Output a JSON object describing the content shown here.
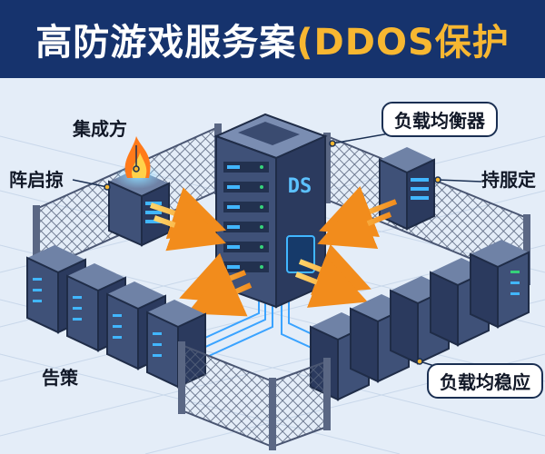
{
  "title": {
    "main": "高防游戏服务案",
    "accent": "(DDOS保护"
  },
  "server_badge": "DS",
  "labels": {
    "attack_source": "集成方",
    "left_node": "阵启掠",
    "load_balancer": "负载均衡器",
    "right_node": "持服定",
    "bottom_left": "告策",
    "bottom_right": "负载均稳应"
  },
  "colors": {
    "title_bg": "#16336d",
    "title_text": "#ffffff",
    "title_accent": "#f7b731",
    "server_body": "#3f5178",
    "server_dark": "#2b3a5e",
    "led_blue": "#41b6ff",
    "led_green": "#36d17a",
    "attack_arrow": "#f6a531",
    "data_line": "#3aa3ff",
    "fence": "#6b7a96",
    "floor": "#dfe9f5"
  },
  "icons": [
    "fire-icon",
    "server-rack-icon",
    "fence-icon",
    "arrow-icon"
  ]
}
